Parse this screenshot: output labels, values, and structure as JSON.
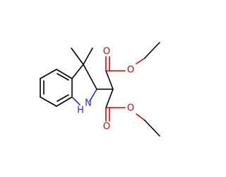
{
  "molecule": {
    "atom_labels": {
      "nh": "N",
      "nh_h": "H",
      "o": "O"
    },
    "atom_colors": {
      "carbon_bond": "#000000",
      "oxygen": "#e00000",
      "nitrogen": "#2a2acf"
    }
  }
}
